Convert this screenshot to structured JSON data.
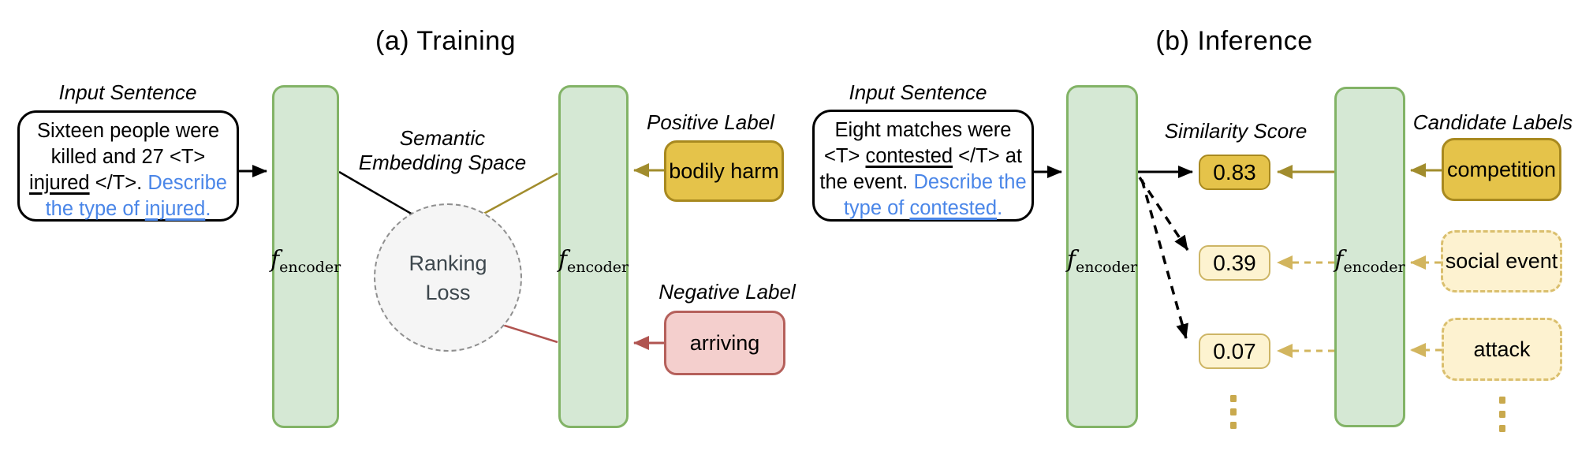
{
  "training": {
    "title": "(a) Training",
    "input_label": "Input Sentence",
    "sentence": {
      "line1": "Sixteen people were",
      "line2": "killed and 27 <T>",
      "line3_u": "injured",
      "line3_mid": " </T>. ",
      "line3_blue": "Describe",
      "line4_pre": "the type of ",
      "line4_u": "injured",
      "line4_end": "."
    },
    "embedding_label": {
      "line1": "Semantic",
      "line2": "Embedding Space"
    },
    "loss": {
      "line1": "Ranking",
      "line2": "Loss"
    },
    "positive_title": "Positive Label",
    "positive_label": "bodily harm",
    "negative_title": "Negative Label",
    "negative_label": "arriving"
  },
  "inference": {
    "title": "(b) Inference",
    "input_label": "Input Sentence",
    "sentence": {
      "line1": "Eight matches were",
      "line2_pre": "<T> ",
      "line2_u": "contested",
      "line2_post": " </T> at",
      "line3_pre": "the event. ",
      "line3_blue": "Describe the",
      "line4_pre": "type of ",
      "line4_u": "contested",
      "line4_end": "."
    },
    "similarity_title": "Similarity Score",
    "scores": [
      "0.83",
      "0.39",
      "0.07"
    ],
    "candidates_title": "Candidate Labels",
    "candidates": [
      "competition",
      "social event",
      "attack"
    ]
  },
  "encoder": {
    "f": "f",
    "sub": "encoder"
  },
  "colors": {
    "green_fill": "#d5e8d4",
    "green_border": "#82b366",
    "gold_fill": "#e5c34a",
    "gold_border": "#a8891f",
    "pale_yellow_fill": "#fdf2d0",
    "pale_yellow_border": "#dabf6e",
    "pink_fill": "#f4cfcd",
    "pink_border": "#b5605b",
    "blue_text": "#4a86e8",
    "olive_arrow": "#a18c2d",
    "light_gold_arrow": "#d2b55e",
    "red_arrow": "#b05450",
    "circle_fill": "#f5f5f5",
    "circle_border": "#8f8f8f",
    "black_dot": "#000000",
    "gold_dot": "#b29a2e",
    "red_dot": "#b5605b"
  }
}
